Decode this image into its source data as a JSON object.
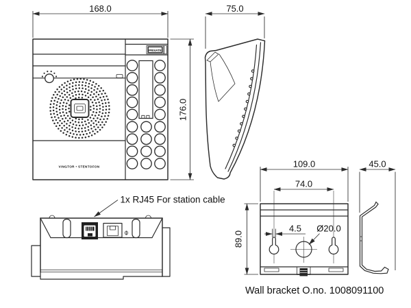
{
  "front_view": {
    "width_mm": "168.0",
    "height_mm": "176.0",
    "brand": "VINGTOR • STENTOFON",
    "corner_label": "PRIVATE"
  },
  "side_view": {
    "depth_mm": "75.0"
  },
  "bottom_view": {
    "connector_note": "1x RJ45 For station cable"
  },
  "bracket_front_view": {
    "width_mm": "109.0",
    "hole_spacing_mm": "74.0",
    "height_mm": "89.0",
    "slot_width_mm": "4.5",
    "center_hole_diameter": "Ø20.0"
  },
  "bracket_side_view": {
    "depth_mm": "45.0"
  },
  "caption": "Wall bracket O.no. 1008091100",
  "colors": {
    "line": "#2b2b2b",
    "text": "#111111",
    "background": "#ffffff"
  }
}
